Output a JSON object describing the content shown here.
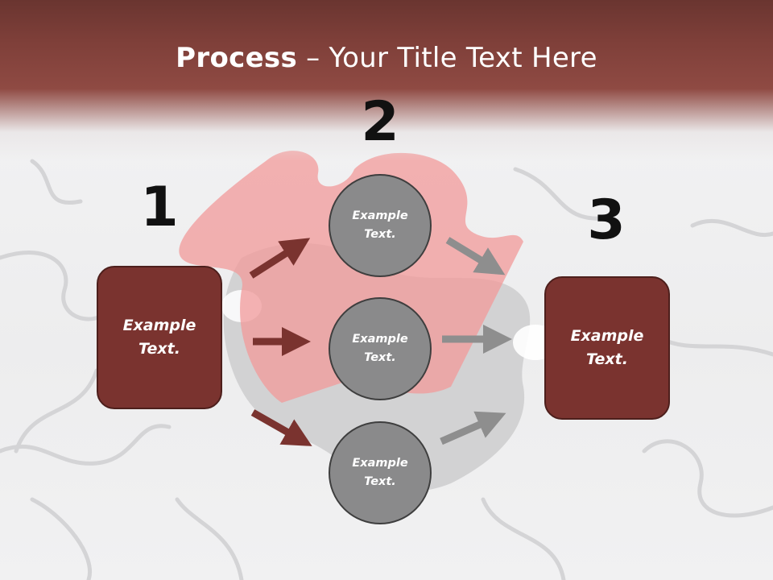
{
  "slide": {
    "title_bold": "Process",
    "title_rest": " – Your Title Text Here"
  },
  "steps": {
    "step1": {
      "number": "1",
      "line1": "Example",
      "line2": "Text."
    },
    "step2": {
      "number": "2"
    },
    "step3": {
      "number": "3",
      "line1": "Example",
      "line2": "Text."
    }
  },
  "circles": [
    {
      "line1": "Example",
      "line2": "Text."
    },
    {
      "line1": "Example",
      "line2": "Text."
    },
    {
      "line1": "Example",
      "line2": "Text."
    }
  ],
  "colors": {
    "header": "#8f4a43",
    "box_fill": "#7a332f",
    "circle_fill": "#8a8a8b",
    "arrow_dark": "#7a332f",
    "arrow_gray": "#8e8e8e",
    "puzzle_piece": "#f29a9a"
  }
}
